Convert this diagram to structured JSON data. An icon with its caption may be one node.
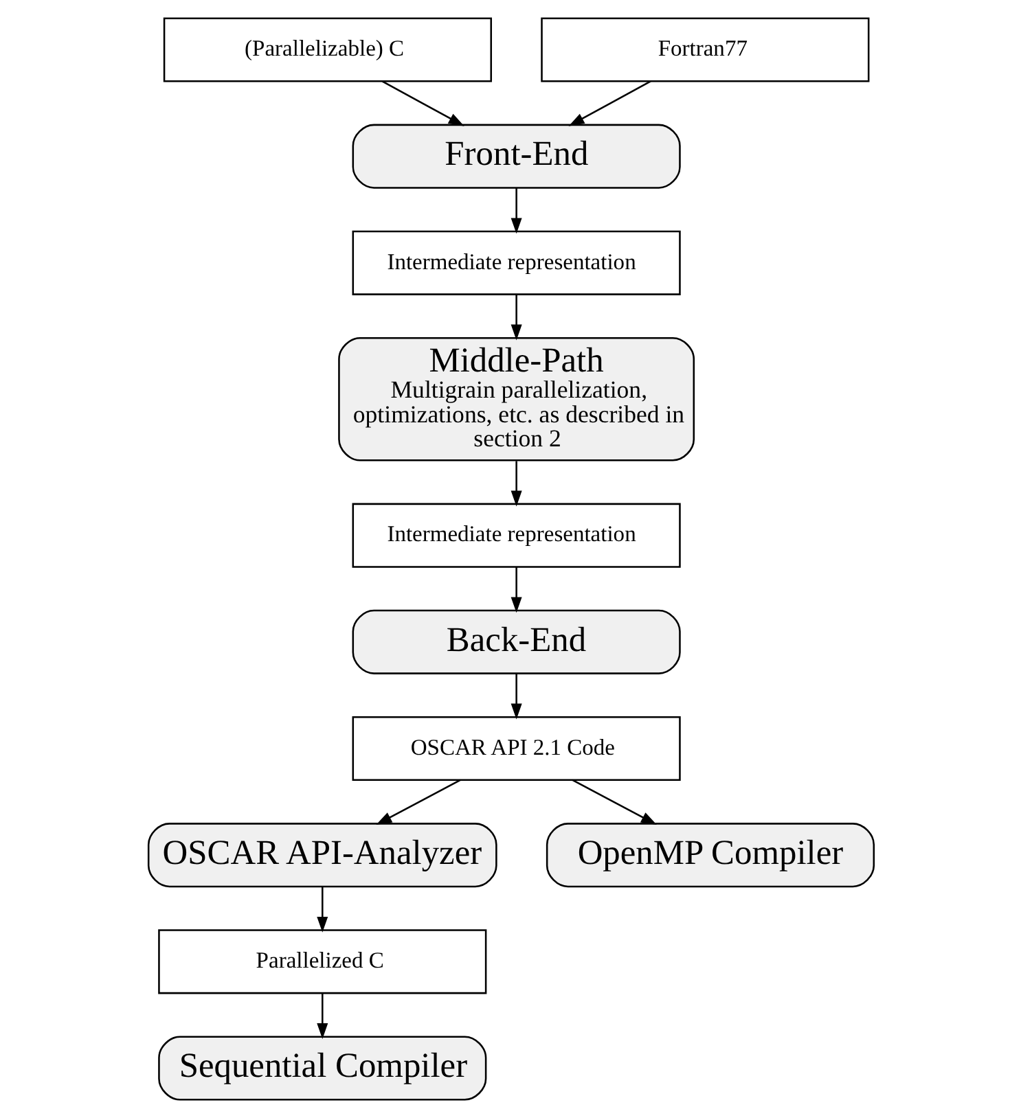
{
  "diagram": {
    "nodes": [
      {
        "text": [
          "(Parallelizable) C"
        ]
      },
      {
        "text": [
          "Fortran77"
        ]
      },
      {
        "text": [
          "Front-End"
        ]
      },
      {
        "text": [
          "Intermediate representation"
        ]
      },
      {
        "text": [
          "Middle-Path",
          "Multigrain parallelization, optimizations, etc. as described in section 2"
        ]
      },
      {
        "text": [
          "Intermediate representation"
        ]
      },
      {
        "text": [
          "Back-End"
        ]
      },
      {
        "text": [
          "OSCAR API 2.1 Code"
        ]
      },
      {
        "text": [
          "OSCAR API-Analyzer"
        ]
      },
      {
        "text": [
          "OpenMP Compiler"
        ]
      },
      {
        "text": [
          "Parallelized C"
        ]
      },
      {
        "text": [
          "Sequential Compiler"
        ]
      }
    ],
    "edges": [
      {
        "from": 0,
        "to": 2,
        "arrow": "to"
      },
      {
        "from": 1,
        "to": 2,
        "arrow": "to"
      },
      {
        "from": 2,
        "to": 3,
        "arrow": "to"
      },
      {
        "from": 3,
        "to": 4,
        "arrow": "to"
      },
      {
        "from": 4,
        "to": 5,
        "arrow": "to"
      },
      {
        "from": 5,
        "to": 6,
        "arrow": "to"
      },
      {
        "from": 6,
        "to": 7,
        "arrow": "to"
      },
      {
        "from": 7,
        "to": 8,
        "arrow": "to"
      },
      {
        "from": 7,
        "to": 9,
        "arrow": "to"
      },
      {
        "from": 8,
        "to": 10,
        "arrow": "to"
      },
      {
        "from": 10,
        "to": 11,
        "arrow": "to"
      }
    ]
  }
}
